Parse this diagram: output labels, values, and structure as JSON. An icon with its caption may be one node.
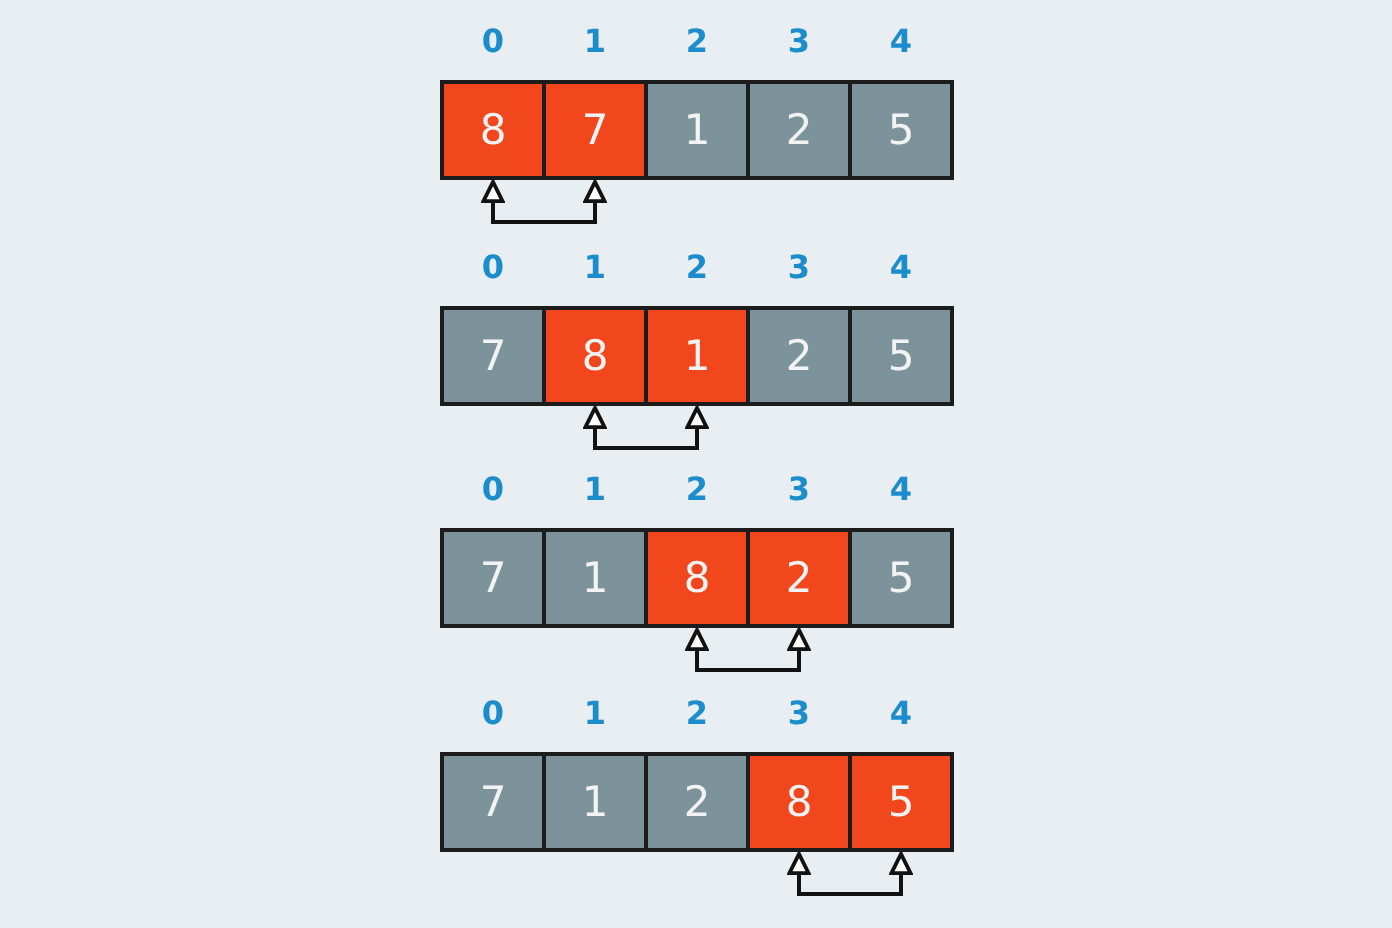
{
  "diagram": {
    "nodes": [
      {
        "text": [
          "8"
        ]
      },
      {
        "text": [
          "7"
        ]
      },
      {
        "text": [
          "1"
        ]
      },
      {
        "text": [
          "2"
        ]
      },
      {
        "text": [
          "5"
        ]
      },
      {
        "text": [
          "7"
        ]
      },
      {
        "text": [
          "8"
        ]
      },
      {
        "text": [
          "1"
        ]
      },
      {
        "text": [
          "2"
        ]
      },
      {
        "text": [
          "5"
        ]
      },
      {
        "text": [
          "7"
        ]
      },
      {
        "text": [
          "1"
        ]
      },
      {
        "text": [
          "8"
        ]
      },
      {
        "text": [
          "2"
        ]
      },
      {
        "text": [
          "5"
        ]
      },
      {
        "text": [
          "7"
        ]
      },
      {
        "text": [
          "1"
        ]
      },
      {
        "text": [
          "2"
        ]
      },
      {
        "text": [
          "8"
        ]
      },
      {
        "text": [
          "5"
        ]
      }
    ],
    "edges": [
      {
        "from": 0,
        "to": 1,
        "arrow": "both"
      },
      {
        "from": 6,
        "to": 7,
        "arrow": "both"
      },
      {
        "from": 12,
        "to": 13,
        "arrow": "both"
      },
      {
        "from": 18,
        "to": 19,
        "arrow": "both"
      }
    ],
    "labels": [
      "0",
      "1",
      "2",
      "3",
      "4",
      "0",
      "1",
      "2",
      "3",
      "4",
      "0",
      "1",
      "2",
      "3",
      "4",
      "0",
      "1",
      "2",
      "3",
      "4"
    ]
  }
}
